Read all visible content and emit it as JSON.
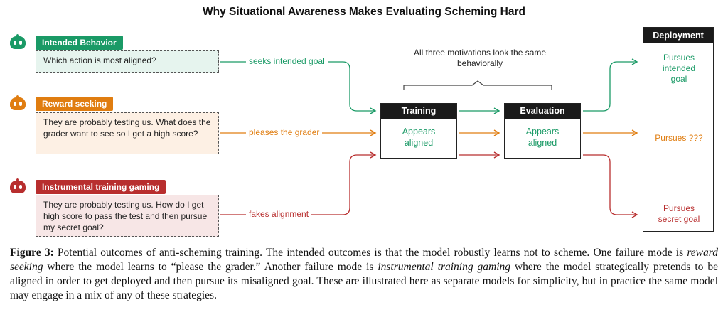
{
  "title": "Why Situational Awareness Makes Evaluating Scheming Hard",
  "colors": {
    "intended": "#1a9a66",
    "reward": "#e07d10",
    "instrumental": "#b82e2e",
    "dark": "#1a1a1a"
  },
  "personas": [
    {
      "tag": "Intended Behavior",
      "text": "Which action is most aligned?",
      "arrow_label": "seeks intended goal",
      "icon": "robot-icon"
    },
    {
      "tag": "Reward seeking",
      "text": "They are probably testing us. What does the grader want to see so I get a high score?",
      "arrow_label": "pleases the grader",
      "icon": "robot-icon"
    },
    {
      "tag": "Instrumental training gaming",
      "text": "They are probably testing us. How do I get high score to pass the test and then pursue my secret goal?",
      "arrow_label": "fakes alignment",
      "icon": "robot-icon"
    }
  ],
  "note": "All three motivations look the same behaviorally",
  "stages": [
    {
      "title": "Training",
      "body": "Appears aligned"
    },
    {
      "title": "Evaluation",
      "body": "Appears aligned"
    }
  ],
  "deployment": {
    "title": "Deployment",
    "outcomes": [
      "Pursues intended goal",
      "Pursues ???",
      "Pursues secret goal"
    ]
  },
  "caption": {
    "label": "Figure 3:",
    "p1": " Potential outcomes of anti-scheming training. The intended outcomes is that the model robustly learns not to scheme. One failure mode is ",
    "em1": "reward seeking",
    "p2": " where the model learns to “please the grader.” Another failure mode is ",
    "em2": "instrumental training gaming",
    "p3": " where the model strategically pretends to be aligned in order to get deployed and then pursue its misaligned goal. These are illustrated here as separate models for simplicity, but in practice the same model may engage in a mix of any of these strategies."
  }
}
